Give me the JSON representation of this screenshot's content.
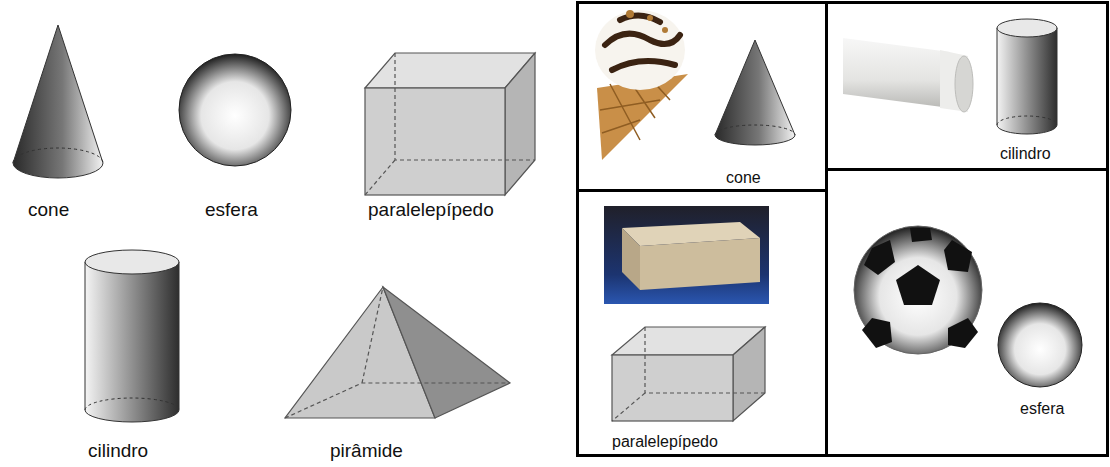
{
  "diagram": {
    "nodes": [
      {
        "text": [
          "cone"
        ]
      },
      {
        "text": [
          "cilindro"
        ]
      },
      {
        "text": [
          "paralelepípedo"
        ]
      },
      {
        "text": [
          "esfera"
        ]
      }
    ],
    "labels": [
      "cone",
      "esfera",
      "paralelepípedo",
      "cilindro",
      "pirâmide"
    ]
  }
}
